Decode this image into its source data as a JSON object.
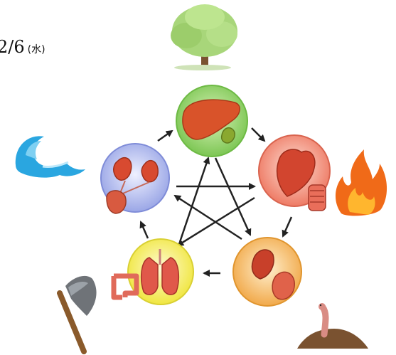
{
  "date": {
    "text": "2/6",
    "weekday": "(水)"
  },
  "nodes": [
    {
      "id": "liver",
      "organs": [
        "liver",
        "gallbladder"
      ],
      "symbol": "tree",
      "color": "#8fd36b"
    },
    {
      "id": "heart",
      "organs": [
        "heart",
        "small-intestine"
      ],
      "symbol": "fire",
      "color": "#f2806b"
    },
    {
      "id": "spleen",
      "organs": [
        "spleen",
        "stomach"
      ],
      "symbol": "earthworm-soil",
      "color": "#f3b35a"
    },
    {
      "id": "lungs",
      "organs": [
        "lungs",
        "large-intestine"
      ],
      "symbol": "axe",
      "color": "#f3ec55"
    },
    {
      "id": "kidneys",
      "organs": [
        "kidneys",
        "bladder"
      ],
      "symbol": "water-wave",
      "color": "#a9b4ea"
    }
  ],
  "cycle_arrows": [
    [
      "liver",
      "heart"
    ],
    [
      "heart",
      "spleen"
    ],
    [
      "spleen",
      "lungs"
    ],
    [
      "lungs",
      "kidneys"
    ],
    [
      "kidneys",
      "liver"
    ]
  ],
  "star_arrows": [
    [
      "liver",
      "spleen"
    ],
    [
      "spleen",
      "kidneys"
    ],
    [
      "kidneys",
      "heart"
    ],
    [
      "heart",
      "lungs"
    ],
    [
      "lungs",
      "liver"
    ]
  ]
}
